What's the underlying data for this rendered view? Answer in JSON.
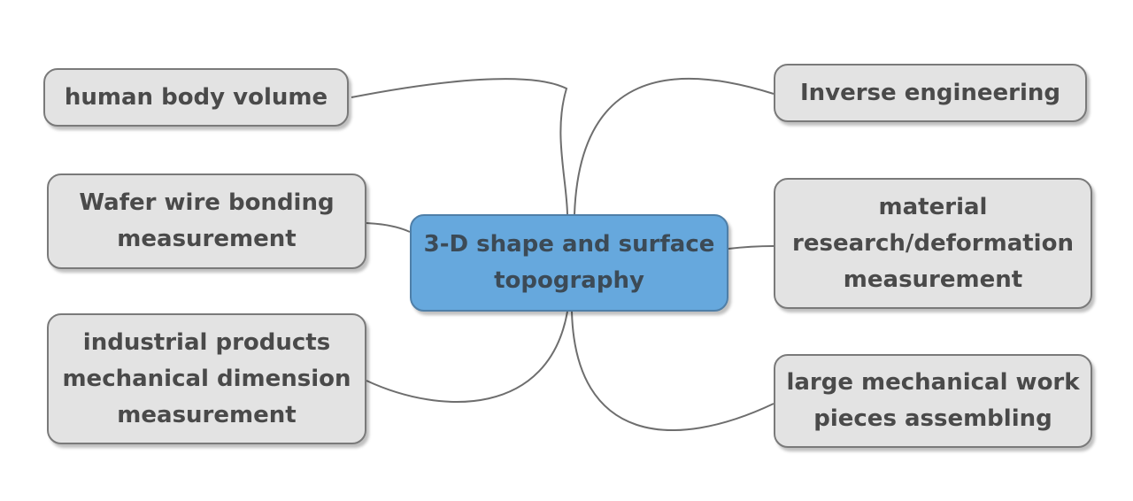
{
  "central_topic": {
    "lines": [
      "3-D shape and surface",
      "topography"
    ],
    "fill": "#66a8dd"
  },
  "branches": [
    {
      "lines": [
        "human body volume"
      ]
    },
    {
      "lines": [
        "Wafer wire bonding",
        "measurement"
      ]
    },
    {
      "lines": [
        "industrial products",
        "mechanical dimension",
        "measurement"
      ]
    },
    {
      "lines": [
        "Inverse engineering"
      ]
    },
    {
      "lines": [
        "material",
        "research/deformation",
        "measurement"
      ]
    },
    {
      "lines": [
        "large mechanical work",
        "pieces assembling"
      ]
    }
  ],
  "colors": {
    "branch_fill": "#e3e3e3",
    "border": "#7a7a7a",
    "connector": "#6e6e6e",
    "text": "#4a4a4a"
  }
}
